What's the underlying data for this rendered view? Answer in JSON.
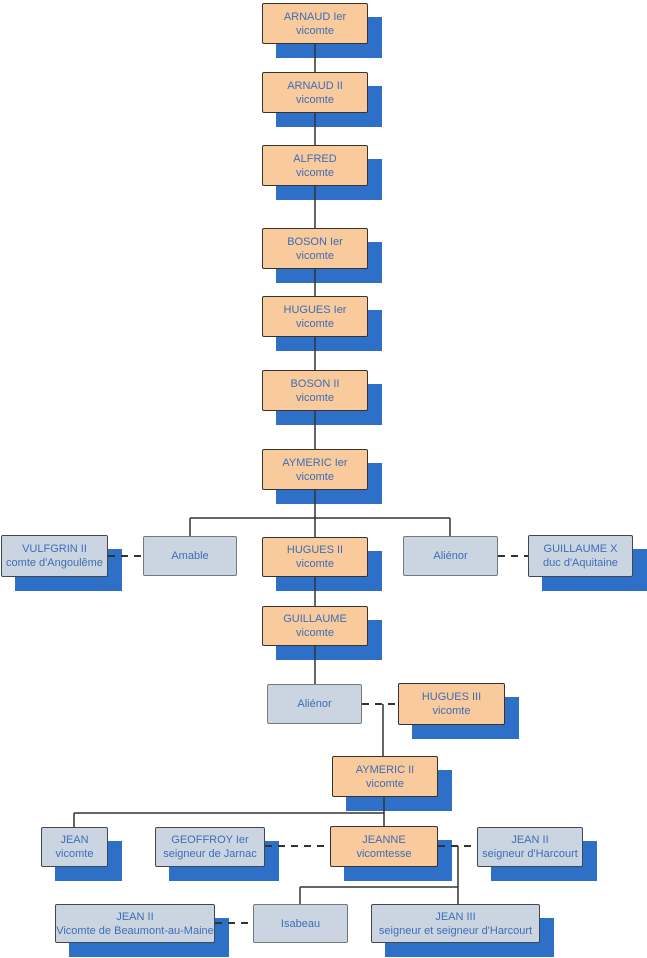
{
  "palette": {
    "box_orange": "#F8CA9C",
    "box_blue_gray": "#CBD5E2",
    "shadow_blue": "#2E6FC7",
    "text_blue": "#3E6DB5",
    "line_dark": "#333333"
  },
  "nodes": {
    "arnaud1": {
      "name": "ARNAUD Ier",
      "title": "vicomte"
    },
    "arnaud2": {
      "name": "ARNAUD II",
      "title": "vicomte"
    },
    "alfred": {
      "name": "ALFRED",
      "title": "vicomte"
    },
    "boson1": {
      "name": "BOSON Ier",
      "title": "vicomte"
    },
    "hugues1": {
      "name": "HUGUES Ier",
      "title": "vicomte"
    },
    "boson2": {
      "name": "BOSON II",
      "title": "vicomte"
    },
    "aymeric1": {
      "name": "AYMERIC Ier",
      "title": "vicomte"
    },
    "vulfgrin": {
      "name": "VULFGRIN II",
      "title": "comte d'Angoulême"
    },
    "amable": {
      "name": "Amable"
    },
    "hugues2": {
      "name": "HUGUES II",
      "title": "vicomte"
    },
    "alienor1": {
      "name": "Aliénor"
    },
    "guillaumex": {
      "name": "GUILLAUME X",
      "title": "duc d'Aquitaine"
    },
    "guillaume": {
      "name": "GUILLAUME",
      "title": "vicomte"
    },
    "alienor2": {
      "name": "Aliénor"
    },
    "hugues3": {
      "name": "HUGUES III",
      "title": "vicomte"
    },
    "aymeric2": {
      "name": "AYMERIC II",
      "title": "vicomte"
    },
    "jean": {
      "name": "JEAN",
      "title": "vicomte"
    },
    "geoffroy": {
      "name": "GEOFFROY Ier",
      "title": "seigneur de Jarnac"
    },
    "jeanne": {
      "name": "JEANNE",
      "title": "vicomtesse"
    },
    "jean2h": {
      "name": "JEAN II",
      "title": "seigneur d'Harcourt"
    },
    "jean2b": {
      "name": "JEAN II",
      "title": "Vicomte de Beaumont-au-Maine"
    },
    "isabeau": {
      "name": "Isabeau"
    },
    "jean3": {
      "name": "JEAN III",
      "title": "seigneur et seigneur d'Harcourt"
    }
  }
}
